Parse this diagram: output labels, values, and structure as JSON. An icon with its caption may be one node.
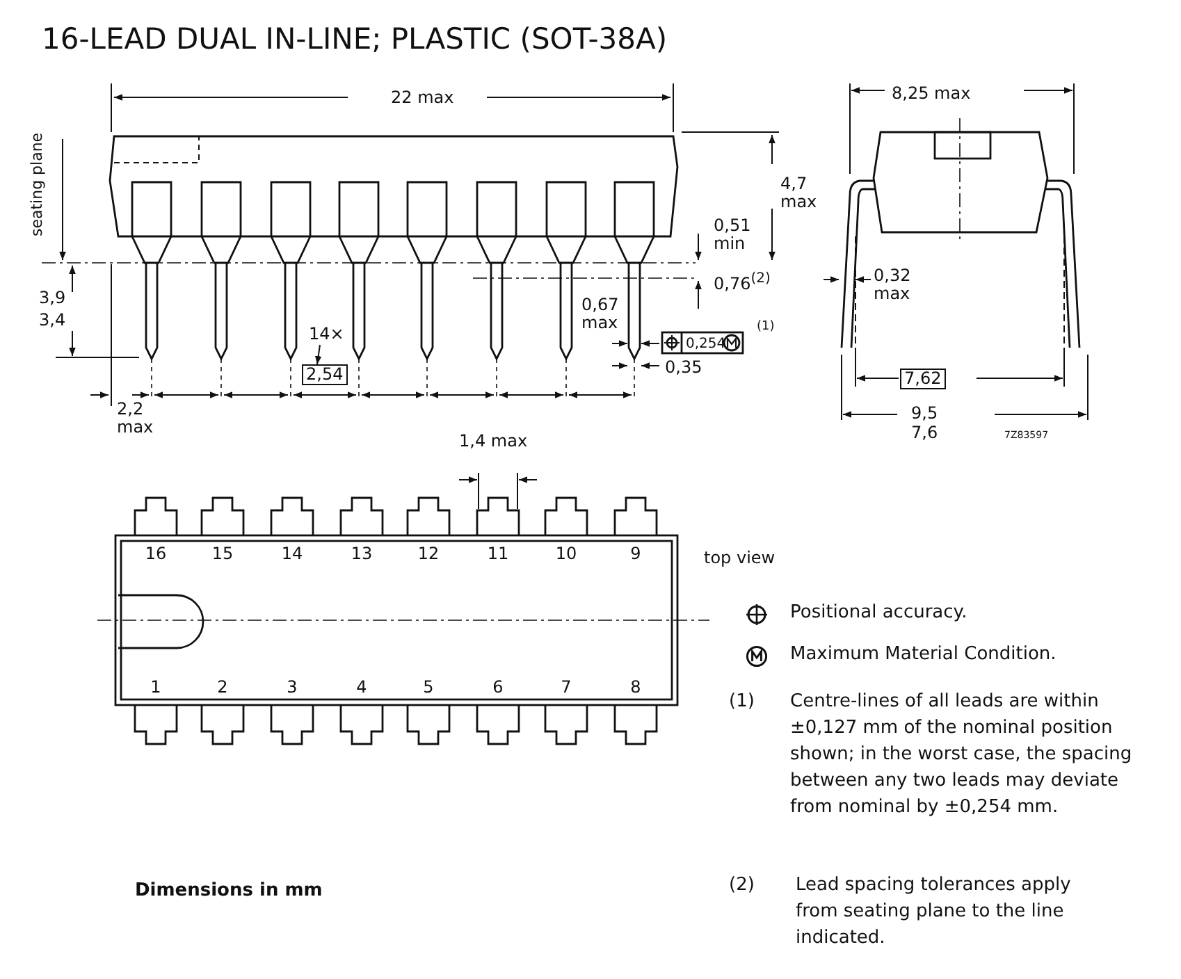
{
  "diagram": {
    "title": "16-LEAD DUAL IN-LINE; PLASTIC (SOT-38A)",
    "labels": [
      "22 max",
      "8,25 max",
      "seating plane",
      "4,7 max",
      "0,51 min",
      "0,76$^{(2)}$",
      "3,9",
      "3,4",
      "0,32 max",
      "0,67 max",
      "0,254",
      "(1)",
      "14×",
      "2,54",
      "0,35",
      "2,2 max",
      "7,62",
      "9,5",
      "7,6",
      "7Z83597",
      "1,4 max",
      "16",
      "15",
      "14",
      "13",
      "12",
      "11",
      "10",
      "9",
      "top view",
      "1",
      "2",
      "3",
      "4",
      "5",
      "6",
      "7",
      "8",
      "(1)",
      "Centre-lines of all leads are within ±0,127 mm of the nominal position shown; in the worst case, the spacing between any two leads may deviate from nominal by ±0,254 mm.",
      "(2)",
      "Lead spacing tolerances apply from seating plane to the line indicated.",
      "Dimensions in mm"
    ],
    "legend": [
      {
        "text": "Positional accuracy."
      },
      {
        "text": "Maximum Material Condition."
      }
    ]
  }
}
